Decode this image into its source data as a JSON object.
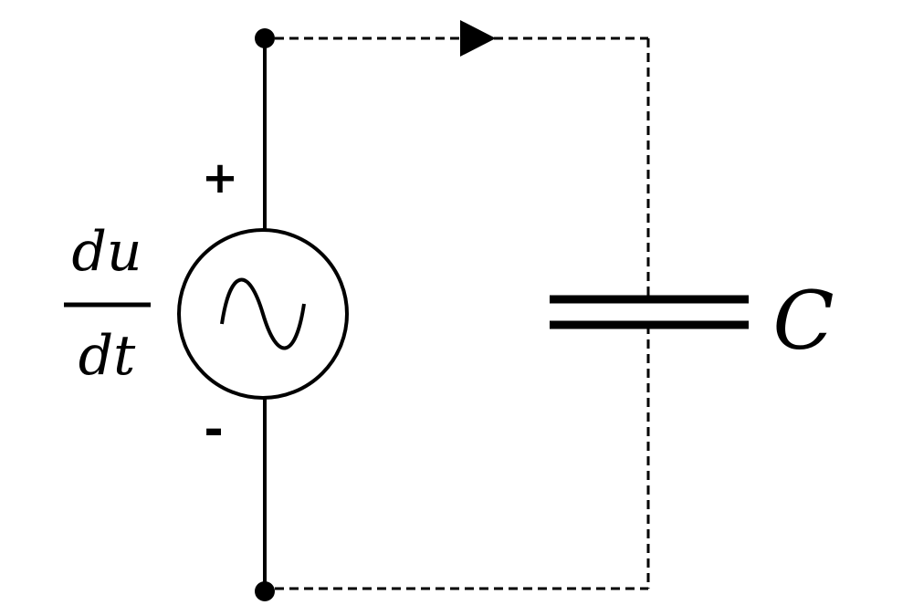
{
  "labels": {
    "plus": "+",
    "minus": "-",
    "numerator": "du",
    "denominator": "dt",
    "capacitor": "C"
  }
}
